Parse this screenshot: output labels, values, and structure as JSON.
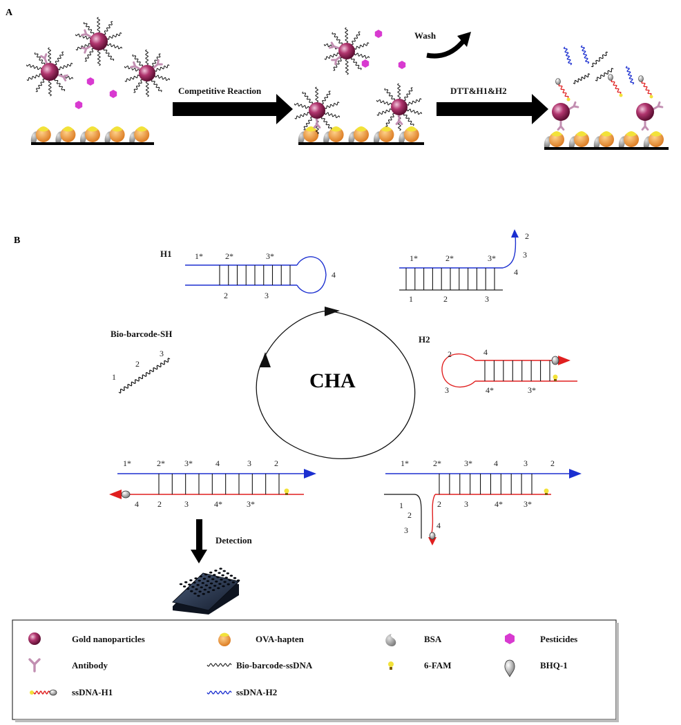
{
  "panel_a": {
    "label": "A",
    "competitive_reaction": "Competitive Reaction",
    "wash": "Wash",
    "dtt": "DTT&H1&H2"
  },
  "panel_b": {
    "label": "B",
    "h1": "H1",
    "h2": "H2",
    "bio_barcode_sh": "Bio-barcode-SH",
    "cha": "CHA",
    "detection": "Detection",
    "h1_top": [
      "1*",
      "2*",
      "3*"
    ],
    "h1_bottom": [
      "2",
      "3"
    ],
    "h1_loop": "4",
    "dup_top": [
      "1*",
      "2*",
      "3*"
    ],
    "dup_bottom": [
      "1",
      "2",
      "3"
    ],
    "dup_tail": [
      "2",
      "3",
      "4"
    ],
    "barcode_nums": [
      "1",
      "2",
      "3"
    ],
    "h2_top": [
      "2",
      "4"
    ],
    "h2_bottom": [
      "3",
      "4*",
      "3*"
    ],
    "left_top": [
      "1*",
      "2*",
      "3*",
      "4",
      "3",
      "2"
    ],
    "left_bottom": [
      "4",
      "2",
      "3",
      "4*",
      "3*"
    ],
    "right_top": [
      "1*",
      "2*",
      "3*",
      "4",
      "3",
      "2"
    ],
    "right_bottom": [
      "2",
      "3",
      "4*",
      "3*"
    ],
    "right_side": [
      "1",
      "2",
      "3",
      "4"
    ]
  },
  "legend": {
    "gold": "Gold nanoparticles",
    "ova": "OVA-hapten",
    "bsa": "BSA",
    "pesticides": "Pesticides",
    "antibody": "Antibody",
    "ssdna": "Bio-barcode-ssDNA",
    "fam": "6-FAM",
    "bhq": "BHQ-1",
    "h1": "ssDNA-H1",
    "h2": "ssDNA-H2"
  },
  "colors": {
    "gold": "#b0356e",
    "pesticide": "#d83ad0",
    "ova": "#e89a3c",
    "yellow": "#f2e23a",
    "bsa": "#9a9a9a",
    "antibody": "#c28fb2",
    "blue": "#1b2fd0",
    "red": "#e01f1f"
  }
}
